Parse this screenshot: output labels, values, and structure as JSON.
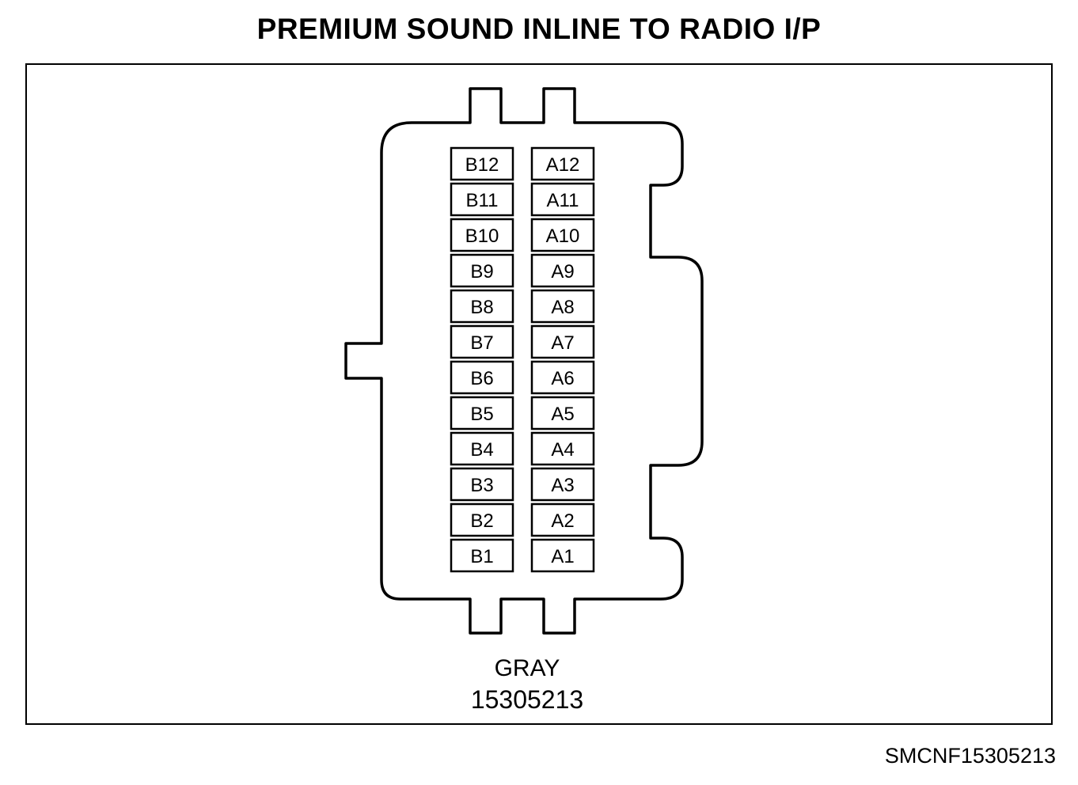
{
  "title": "PREMIUM SOUND INLINE TO RADIO I/P",
  "connector": {
    "color": "GRAY",
    "part_number": "15305213",
    "left_column_pins": [
      "B12",
      "B11",
      "B10",
      "B9",
      "B8",
      "B7",
      "B6",
      "B5",
      "B4",
      "B3",
      "B2",
      "B1"
    ],
    "right_column_pins": [
      "A12",
      "A11",
      "A10",
      "A9",
      "A8",
      "A7",
      "A6",
      "A5",
      "A4",
      "A3",
      "A2",
      "A1"
    ]
  },
  "figure_id": "SMCNF15305213"
}
